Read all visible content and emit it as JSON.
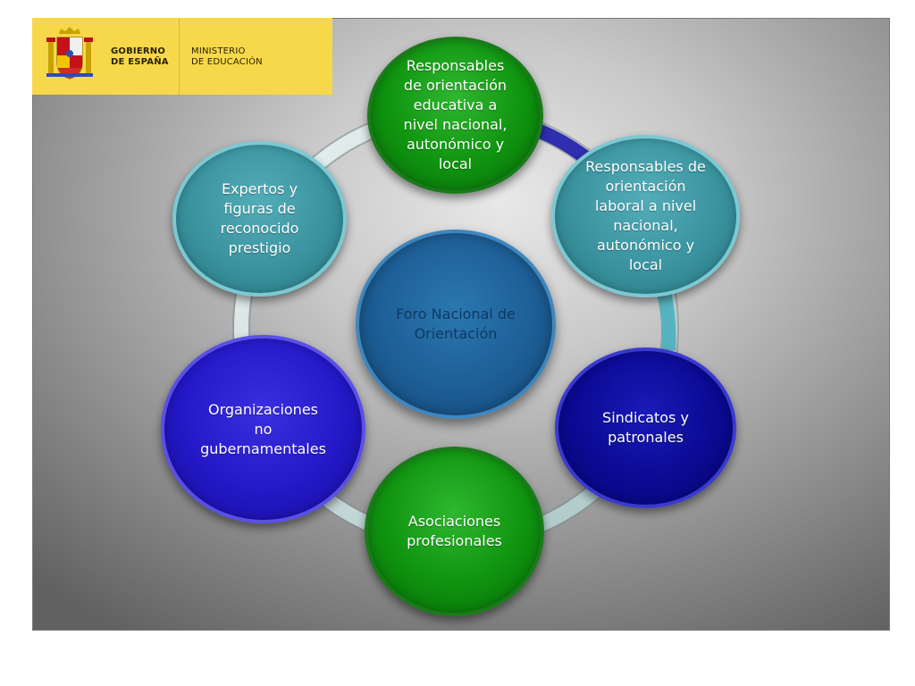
{
  "header": {
    "gobierno_line_1": "GOBIERNO",
    "gobierno_line_2": "DE ESPAÑA",
    "ministerio_line_1": "MINISTERIO",
    "ministerio_line_2": "DE EDUCACIÓN",
    "logo_icon": "coat-of-arms-of-spain-icon",
    "color": "#f6d84a"
  },
  "diagram": {
    "center": {
      "label": "Foro Nacional de\nOrientación",
      "color": "#1d5e96"
    },
    "nodes": [
      {
        "id": "educativa",
        "label": "Responsables\nde orientación\neducativa a\nnivel nacional,\nautonómico y\nlocal",
        "color": "#0f930f"
      },
      {
        "id": "laboral",
        "label": "Responsables de\norientación\nlaboral a nivel\nnacional,\nautonómico y\nlocal",
        "color": "#3a939f"
      },
      {
        "id": "sindicatos",
        "label": "Sindicatos y\npatronales",
        "color": "#0a0a93"
      },
      {
        "id": "asociaciones",
        "label": "Asociaciones\nprofesionales",
        "color": "#0f930f"
      },
      {
        "id": "ong",
        "label": "Organizaciones\nno\ngubernamentales",
        "color": "#2418c7"
      },
      {
        "id": "expertos",
        "label": "Expertos y\nfiguras de\nreconocido\nprestigio",
        "color": "#3a939f"
      }
    ]
  }
}
